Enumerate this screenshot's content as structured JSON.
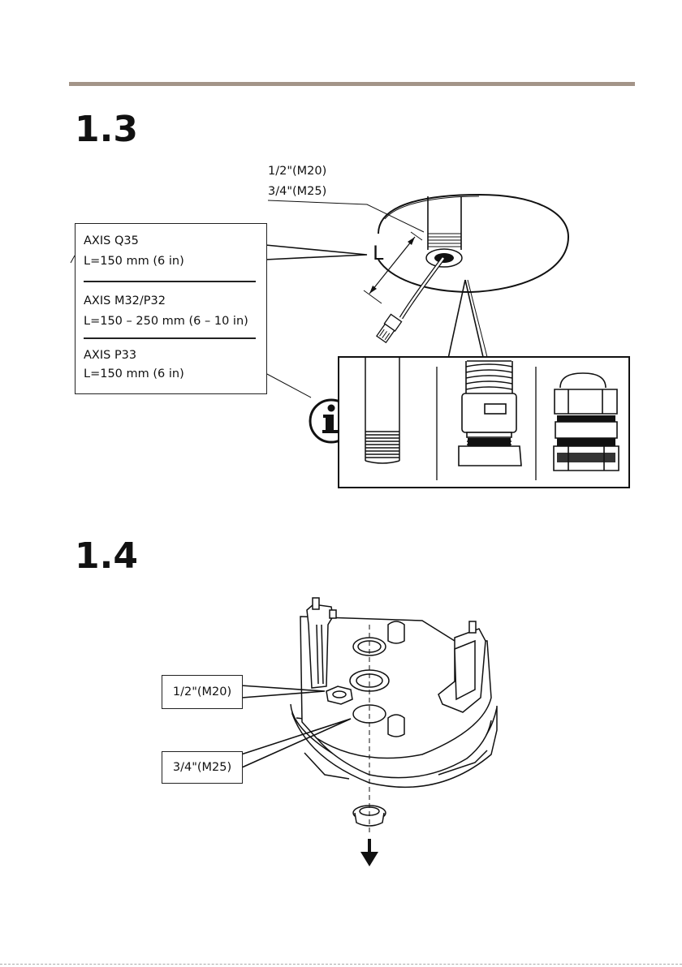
{
  "section_13": {
    "number": "1.3",
    "pipe_sizes": [
      "1/2\"(M20)",
      "3/4\"(M25)"
    ],
    "length_marker": "L",
    "models": [
      {
        "name": "AXIS Q35",
        "length": "L=150 mm (6 in)"
      },
      {
        "name": "AXIS M32/P32",
        "length": "L=150 – 250 mm (6 – 10 in)"
      },
      {
        "name": "AXIS P33",
        "length": "L=150 mm (6 in)"
      }
    ],
    "info_icon": "info-icon"
  },
  "section_14": {
    "number": "1.4",
    "hole_labels": [
      "1/2\"(M20)",
      "3/4\"(M25)"
    ]
  },
  "colors": {
    "rule": "#a39488",
    "ink": "#111111"
  }
}
